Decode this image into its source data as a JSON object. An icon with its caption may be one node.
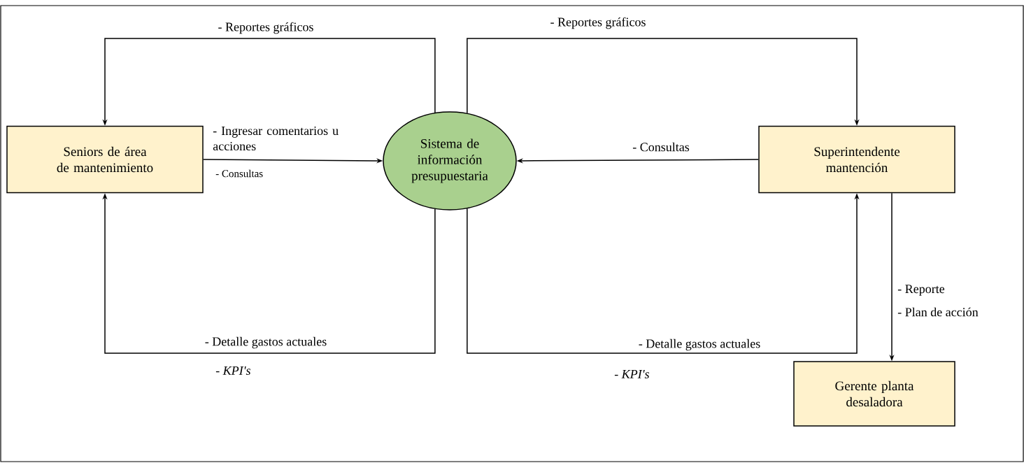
{
  "diagram": {
    "nodes": [
      {
        "text": [
          "Seniors de área de mantenimiento"
        ]
      },
      {
        "text": [
          "Sistema de información presupuestaria"
        ]
      },
      {
        "text": [
          "Superintendente mantención"
        ]
      },
      {
        "text": [
          "Gerente planta desaladora"
        ]
      }
    ],
    "edges": [
      {
        "from": 1,
        "to": 0,
        "arrow": "to",
        "label": "- Reportes gráficos"
      },
      {
        "from": 0,
        "to": 1,
        "arrow": "to",
        "label": "- Ingresar comentarios u acciones"
      },
      {
        "from": 1,
        "to": 0,
        "arrow": "to",
        "label": "- Detalle gastos actuales"
      },
      {
        "from": 1,
        "to": 2,
        "arrow": "to",
        "label": "- Reportes gráficos"
      },
      {
        "from": 2,
        "to": 1,
        "arrow": "to",
        "label": "- Consultas"
      },
      {
        "from": 1,
        "to": 2,
        "arrow": "to",
        "label": "- Detalle gastos actuales"
      },
      {
        "from": 2,
        "to": 3,
        "arrow": "to",
        "label": "- Reporte"
      }
    ],
    "labels": [
      "- Consultas",
      "- *KPI's*",
      "- *KPI's*",
      "- Plan de acción"
    ]
  }
}
